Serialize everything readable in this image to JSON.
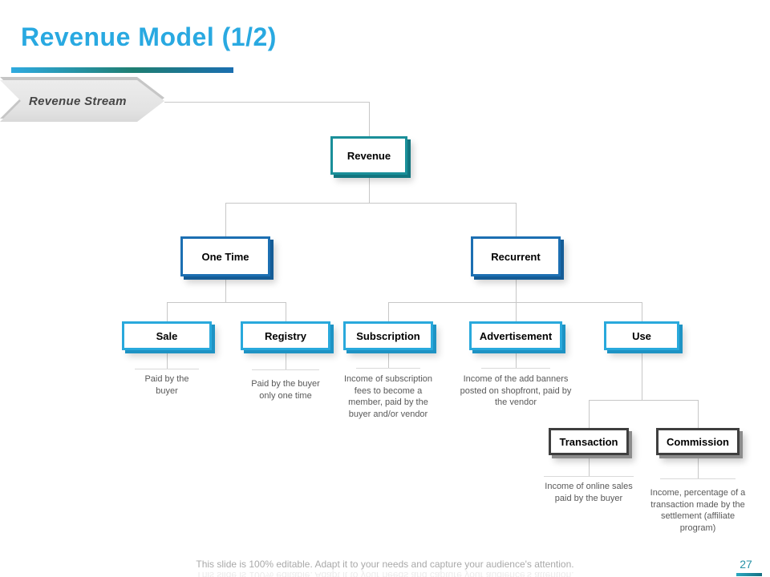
{
  "slide": {
    "title": "Revenue Model (1/2)",
    "banner": "Revenue Stream",
    "footer": "This slide is 100% editable. Adapt it to your needs and capture your audience's attention.",
    "page_number": "27"
  },
  "colors": {
    "title": "#29A9E1",
    "teal_border": "#1A8F99",
    "blue_border": "#1C6FB2",
    "light_blue_border": "#29A9DC",
    "dark_border": "#3F3F3F",
    "connector": "#C7C7C7"
  },
  "nodes": {
    "revenue": {
      "label": "Revenue"
    },
    "one_time": {
      "label": "One Time"
    },
    "recurrent": {
      "label": "Recurrent"
    },
    "sale": {
      "label": "Sale",
      "desc": "Paid by the buyer"
    },
    "registry": {
      "label": "Registry",
      "desc": "Paid by the buyer only one time"
    },
    "subscription": {
      "label": "Subscription",
      "desc": "Income of subscription fees to become a member, paid by the buyer and/or vendor"
    },
    "advertisement": {
      "label": "Advertisement",
      "desc": "Income of the add banners posted on shopfront, paid by the vendor"
    },
    "use": {
      "label": "Use"
    },
    "transaction": {
      "label": "Transaction",
      "desc": "Income of online sales paid by the buyer"
    },
    "commission": {
      "label": "Commission",
      "desc": "Income, percentage of a transaction made by the settlement (affiliate program)"
    }
  }
}
